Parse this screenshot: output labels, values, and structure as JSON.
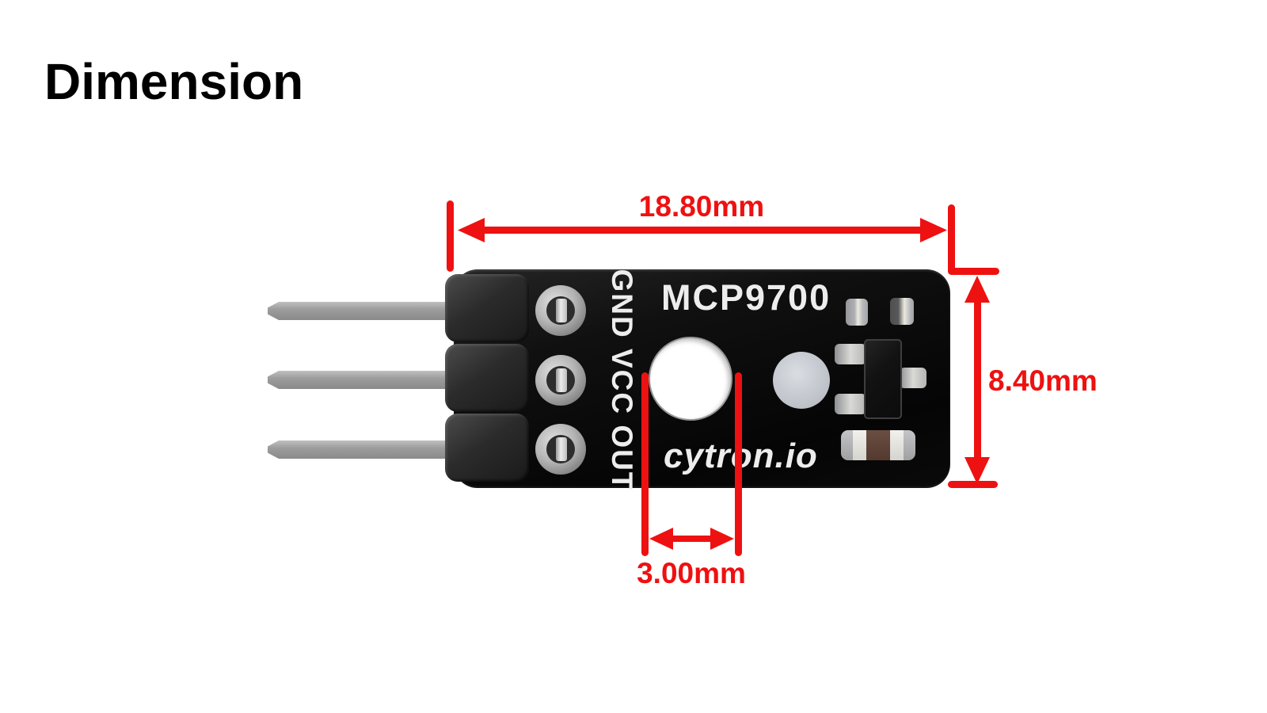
{
  "page": {
    "title": "Dimension"
  },
  "module": {
    "name": "MCP9700 breakout board",
    "silkscreen": {
      "pin_labels": "GND VCC OUT",
      "part_number": "MCP9700",
      "brand": "cytron.io"
    },
    "components": {
      "header_pins": 3,
      "through_hole_pads": 3,
      "smd_pads_top": 2,
      "sot23_package": 1,
      "smd_resistor": 1,
      "mounting_hole": 1
    }
  },
  "annotations": {
    "board_width": "18.80mm",
    "board_height": "8.40mm",
    "hole_diameter": "3.00mm"
  },
  "colors": {
    "background": "#ffffff",
    "title": "#000000",
    "annotation_red": "#ee1111",
    "board_black": "#0a0a0a",
    "silkscreen_white": "#ededed"
  }
}
